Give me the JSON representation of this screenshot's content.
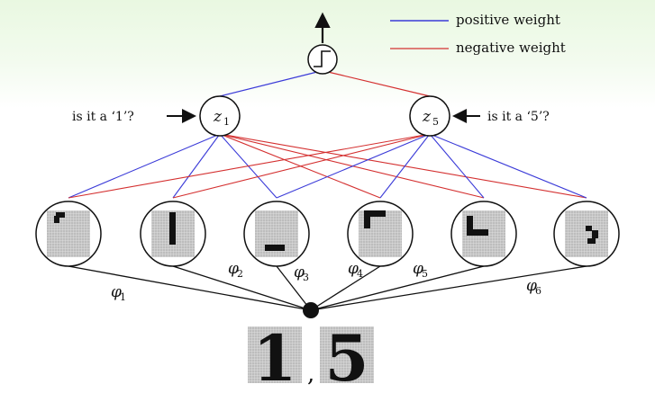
{
  "legend": {
    "positive": {
      "label": "positive weight",
      "color": "#3b3bd8"
    },
    "negative": {
      "label": "negative weight",
      "color": "#d43030"
    }
  },
  "output_node": {
    "symbol": "step-function-icon"
  },
  "hidden_nodes": [
    {
      "var": "z",
      "sub": "1",
      "question": "is it a ‘1’?"
    },
    {
      "var": "z",
      "sub": "5",
      "question": "is it a ‘5’?"
    }
  ],
  "features": [
    {
      "name": "φ",
      "sub": "1",
      "pattern": "dot"
    },
    {
      "name": "φ",
      "sub": "2",
      "pattern": "vertical-bar"
    },
    {
      "name": "φ",
      "sub": "3",
      "pattern": "horizontal-bar"
    },
    {
      "name": "φ",
      "sub": "4",
      "pattern": "corner-top-left"
    },
    {
      "name": "φ",
      "sub": "5",
      "pattern": "corner-bottom-left"
    },
    {
      "name": "φ",
      "sub": "6",
      "pattern": "curve"
    }
  ],
  "input_digits": {
    "first": "1",
    "separator": ",",
    "second": "5"
  },
  "colors": {
    "edge": "#111111",
    "grid_bg": "#bdbdbd",
    "grid_line": "#e6e6e6",
    "ink": "#111111"
  }
}
